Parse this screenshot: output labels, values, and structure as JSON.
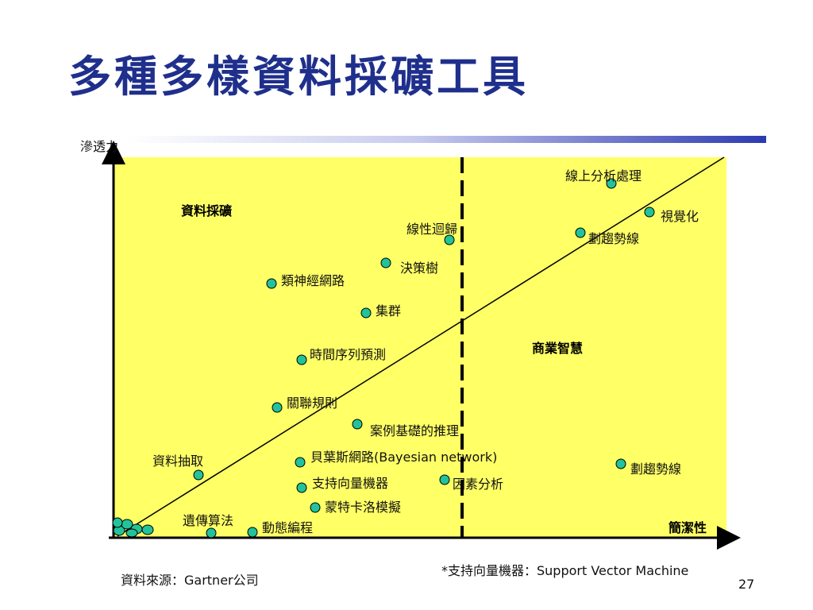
{
  "title": "多種多樣資料採礦工具",
  "colors": {
    "title": "#1f2f8c",
    "plot_bg": "#ffff66",
    "dot": "#22c39a",
    "axis": "#000000"
  },
  "diagram": {
    "y_axis_label": "滲透力",
    "x_axis_label": "簡潔性",
    "region_labels": {
      "data_mining": "資料採礦",
      "business_intelligence": "商業智慧"
    },
    "tools": [
      {
        "label": "線上分析處理"
      },
      {
        "label": "視覺化"
      },
      {
        "label": "劃趨勢線"
      },
      {
        "label": "線性迴歸"
      },
      {
        "label": "決策樹"
      },
      {
        "label": "類神經網路"
      },
      {
        "label": "集群"
      },
      {
        "label": "時間序列預測"
      },
      {
        "label": "關聯規則"
      },
      {
        "label": "案例基礎的推理"
      },
      {
        "label": "貝葉斯網路(Bayesian network)"
      },
      {
        "label": "資料抽取"
      },
      {
        "label": "劃趨勢線"
      },
      {
        "label": "支持向量機器"
      },
      {
        "label": "因素分析"
      },
      {
        "label": "蒙特卡洛模擬"
      },
      {
        "label": "遺傳算法"
      },
      {
        "label": "動態編程"
      }
    ]
  },
  "footer": {
    "source": "資料來源：Gartner公司",
    "note": "*支持向量機器：Support Vector Machine",
    "page_number": "27"
  }
}
